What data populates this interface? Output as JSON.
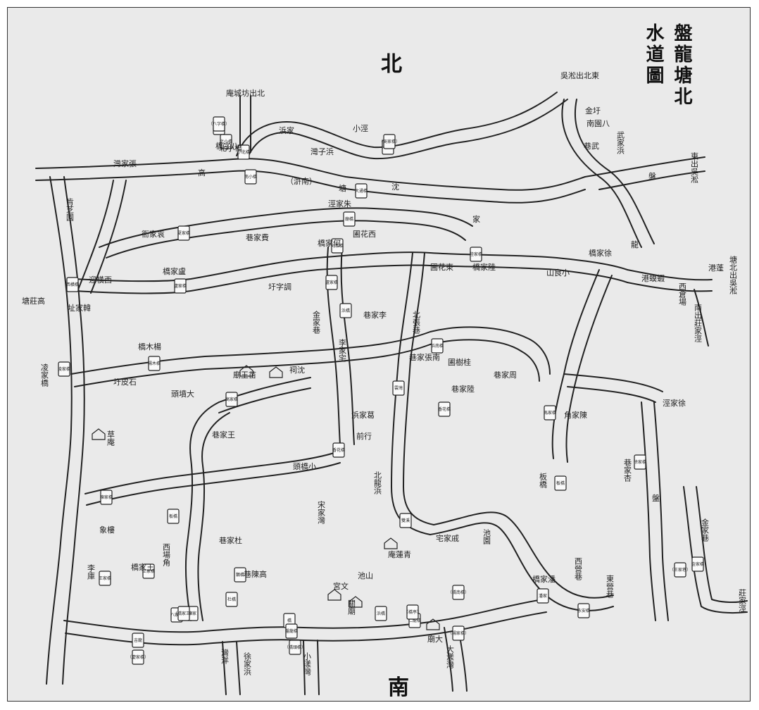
{
  "title": [
    "盤龍塘北",
    "水道圖"
  ],
  "directions": {
    "north": "北",
    "south": "南"
  },
  "labels": [
    {
      "text": "庵城坊出北",
      "v": false
    },
    {
      "text": "吳淞出北東",
      "v": false
    },
    {
      "text": "塘北出吳淞",
      "v": true
    },
    {
      "text": "東出吳淞",
      "v": true
    },
    {
      "text": "南出莊家涇",
      "v": true
    },
    {
      "text": "塘莊高",
      "v": false
    },
    {
      "text": "凌家橋",
      "v": true
    },
    {
      "text": "灣家張",
      "v": false
    },
    {
      "text": "肯芝園",
      "v": true
    },
    {
      "text": "迎橫西",
      "v": false
    },
    {
      "text": "址家韓",
      "v": false
    },
    {
      "text": "衙家袁",
      "v": false
    },
    {
      "text": "巷家費",
      "v": false
    },
    {
      "text": "涇家朱",
      "v": false
    },
    {
      "text": "橋家何",
      "v": false
    },
    {
      "text": "圃花西",
      "v": false
    },
    {
      "text": "橋家盧",
      "v": false
    },
    {
      "text": "圩字調",
      "v": false
    },
    {
      "text": "巷家李",
      "v": false
    },
    {
      "text": "金家巷",
      "v": true
    },
    {
      "text": "李家宅",
      "v": true
    },
    {
      "text": "北張巷",
      "v": true
    },
    {
      "text": "圃花東",
      "v": false
    },
    {
      "text": "橋家陸",
      "v": false
    },
    {
      "text": "山良小",
      "v": false
    },
    {
      "text": "橋家徐",
      "v": false
    },
    {
      "text": "港蟆蝦",
      "v": false
    },
    {
      "text": "西倉場",
      "v": true
    },
    {
      "text": "港蓬",
      "v": false
    },
    {
      "text": "橋木楊",
      "v": false
    },
    {
      "text": "廟王苗",
      "v": false
    },
    {
      "text": "祠沈",
      "v": false
    },
    {
      "text": "圩皮石",
      "v": false
    },
    {
      "text": "頭墳大",
      "v": false
    },
    {
      "text": "巷家王",
      "v": false
    },
    {
      "text": "巷家張南",
      "v": false
    },
    {
      "text": "圃樹桂",
      "v": false
    },
    {
      "text": "巷家周",
      "v": false
    },
    {
      "text": "巷家陸",
      "v": false
    },
    {
      "text": "角家陳",
      "v": false
    },
    {
      "text": "涇家徐",
      "v": false
    },
    {
      "text": "草庵",
      "v": true
    },
    {
      "text": "浜家葛",
      "v": false
    },
    {
      "text": "前行",
      "v": false
    },
    {
      "text": "頭橋小",
      "v": false
    },
    {
      "text": "北龍浜",
      "v": true
    },
    {
      "text": "板橋",
      "v": true
    },
    {
      "text": "巷家杏",
      "v": true
    },
    {
      "text": "盤",
      "v": false
    },
    {
      "text": "象樓",
      "v": false
    },
    {
      "text": "西場角",
      "v": true
    },
    {
      "text": "巷家杜",
      "v": false
    },
    {
      "text": "宋家灣",
      "v": true
    },
    {
      "text": "宅家戚",
      "v": false
    },
    {
      "text": "池園",
      "v": true
    },
    {
      "text": "庵蓮青",
      "v": false
    },
    {
      "text": "橋家王",
      "v": false
    },
    {
      "text": "李庫",
      "v": true
    },
    {
      "text": "巷陳高",
      "v": false
    },
    {
      "text": "池山",
      "v": false
    },
    {
      "text": "宮文",
      "v": false
    },
    {
      "text": "關廟",
      "v": true
    },
    {
      "text": "橋家潘",
      "v": false
    },
    {
      "text": "西營巷",
      "v": true
    },
    {
      "text": "東營巷",
      "v": true
    },
    {
      "text": "金家巷",
      "v": true
    },
    {
      "text": "莊家涇",
      "v": true
    },
    {
      "text": "廟大",
      "v": false
    },
    {
      "text": "大漾灣",
      "v": true
    },
    {
      "text": "小漾灣",
      "v": true
    },
    {
      "text": "灣洋",
      "v": true
    },
    {
      "text": "徐家浜",
      "v": true
    },
    {
      "text": "盤",
      "v": false
    },
    {
      "text": "金圩",
      "v": false
    },
    {
      "text": "南園八",
      "v": false
    },
    {
      "text": "巷武",
      "v": false
    },
    {
      "text": "武家浜",
      "v": true
    },
    {
      "text": "小涇",
      "v": false
    },
    {
      "text": "北小橋",
      "v": false
    },
    {
      "text": "橋字八",
      "v": false
    },
    {
      "text": "浜家",
      "v": false
    },
    {
      "text": "灣子浜",
      "v": false
    },
    {
      "text": "（滸南）",
      "v": false
    },
    {
      "text": "塘",
      "v": false
    },
    {
      "text": "沈",
      "v": false
    },
    {
      "text": "龍",
      "v": false
    },
    {
      "text": "高",
      "v": false
    },
    {
      "text": "家",
      "v": false
    }
  ],
  "bridges": [
    "八字橋",
    "北小橋",
    "小北橋",
    "大吳橋",
    "南小橋",
    "大通橋",
    "廟橋",
    "夏家橋",
    "何家橋",
    "陸家橋",
    "西橫橋",
    "盧家橋",
    "盧家橋",
    "浜橋",
    "浜南橋",
    "凌家橋",
    "楊木橋",
    "高家橋",
    "香花橋",
    "雲灣",
    "馬家橋",
    "徐家橋",
    "香花橋",
    "陳家橋",
    "板橋",
    "板橋",
    "王家橋",
    "八家橋",
    "鵝橋",
    "王家橋",
    "陳家",
    "杜橋",
    "橋",
    "雙溪",
    "浜橋",
    "仁龍橋",
    "潘家",
    "金家橋",
    "吉龍",
    "盤龍橋",
    "永安橋",
    "（八字橋）",
    "（吳家橋）",
    "（橋南橋）",
    "（橋亭）",
    "（橋頭橋）",
    "（橋家王）",
    "（慶家橋）",
    "（王家巷）",
    "（楊家橋）"
  ]
}
